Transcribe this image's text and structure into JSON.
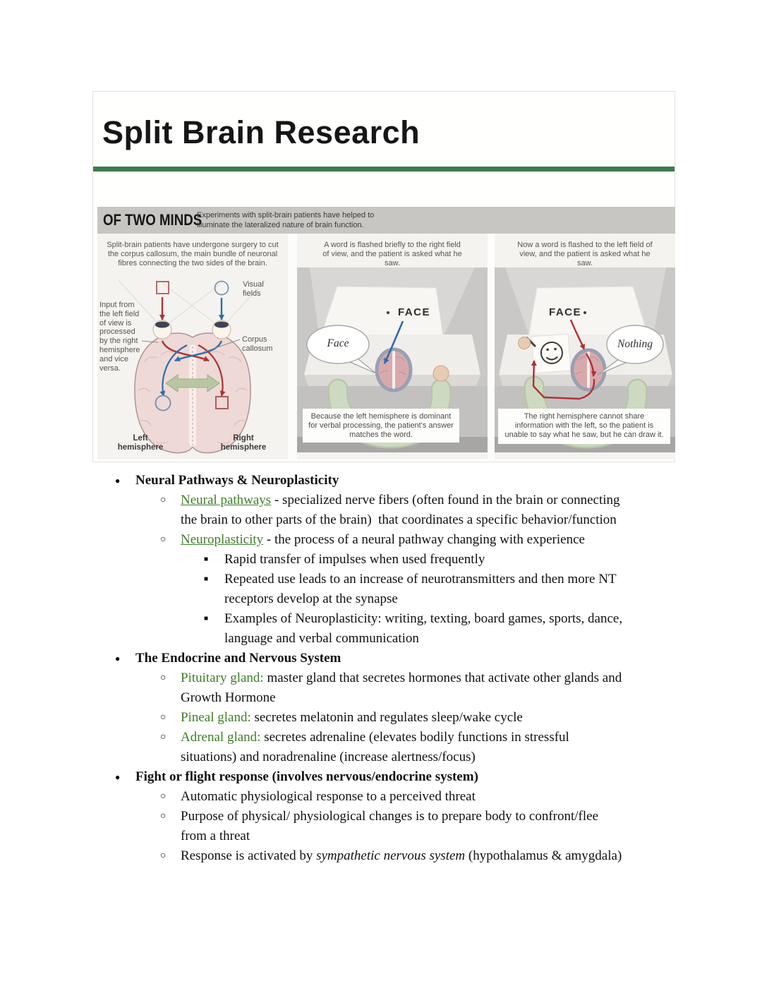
{
  "slide": {
    "title": "Split Brain Research",
    "accent_color": "#3a7c4e",
    "figure": {
      "header_title": "OF TWO MINDS",
      "header_sub1": "Experiments with split-brain patients have helped to",
      "header_sub2": "illuminate the lateralized nature of brain function.",
      "panels": [
        {
          "caption": "Split-brain patients have undergone surgery to cut the corpus callosum, the main bundle of neuronal fibres connecting the two sides of the brain.",
          "labels": {
            "visual_fields": "Visual fields",
            "input_note": "Input from the left field of view is processed by the right hemisphere and vice versa.",
            "corpus": "Corpus callosum",
            "left": "Left hemisphere",
            "right": "Right hemisphere"
          }
        },
        {
          "caption": "A word is flashed briefly to the right field of view, and the patient is asked what he saw.",
          "screen_word": "FACE",
          "bubble": "Face",
          "note": "Because the left hemisphere is dominant for verbal processing, the patient's answer matches the word."
        },
        {
          "caption": "Now a word is flashed to the left field of view, and the patient is asked what he saw.",
          "screen_word": "FACE",
          "bubble": "Nothing",
          "note": "The right hemisphere cannot share information with the left, so the patient is unable to say what he saw, but he can draw it."
        }
      ]
    }
  },
  "notes": {
    "link_color": "#3f7d28",
    "rows": [
      {
        "level": 1,
        "marker": "●",
        "segments": [
          {
            "t": "Neural Pathways & Neuroplasticity"
          }
        ]
      },
      {
        "level": 2,
        "marker": "○",
        "segments": [
          {
            "t": "Neural pathways"
          },
          {
            "t": " - specialized nerve fibers (often found in the brain or connecting"
          }
        ]
      },
      {
        "level": 2,
        "marker": "",
        "segments": [
          {
            "t": "the brain to other parts of the brain)  that coordinates a specific behavior/function"
          }
        ]
      },
      {
        "level": 2,
        "marker": "○",
        "segments": [
          {
            "t": "Neuroplasticity"
          },
          {
            "t": " - the process of a neural pathway changing with experience"
          }
        ]
      },
      {
        "level": 3,
        "marker": "■",
        "segments": [
          {
            "t": "Rapid transfer of impulses when used frequently"
          }
        ]
      },
      {
        "level": 3,
        "marker": "■",
        "segments": [
          {
            "t": "Repeated use leads to an increase of neurotransmitters and then more NT"
          }
        ]
      },
      {
        "level": 3,
        "marker": "",
        "segments": [
          {
            "t": "receptors develop at the synapse"
          }
        ]
      },
      {
        "level": 3,
        "marker": "■",
        "segments": [
          {
            "t": "Examples of Neuroplasticity: writing, texting, board games, sports, dance,"
          }
        ]
      },
      {
        "level": 3,
        "marker": "",
        "segments": [
          {
            "t": "language and verbal communication"
          }
        ]
      },
      {
        "level": 1,
        "marker": "●",
        "segments": [
          {
            "t": "The Endocrine and Nervous System"
          }
        ]
      },
      {
        "level": 2,
        "marker": "○",
        "segments": [
          {
            "t": "Pituitary gland:"
          },
          {
            "t": " master gland that secretes hormones that activate other glands and"
          }
        ]
      },
      {
        "level": 2,
        "marker": "",
        "segments": [
          {
            "t": "Growth Hormone"
          }
        ]
      },
      {
        "level": 2,
        "marker": "○",
        "segments": [
          {
            "t": "Pineal gland:"
          },
          {
            "t": " secretes melatonin and regulates sleep/wake cycle"
          }
        ]
      },
      {
        "level": 2,
        "marker": "○",
        "segments": [
          {
            "t": "Adrenal gland:"
          },
          {
            "t": " secretes adrenaline (elevates bodily functions in stressful"
          }
        ]
      },
      {
        "level": 2,
        "marker": "",
        "segments": [
          {
            "t": "situations) and noradrenaline (increase alertness/focus)"
          }
        ]
      },
      {
        "level": 1,
        "marker": "●",
        "segments": [
          {
            "t": "Fight or flight response (involves nervous/endocrine system)"
          }
        ]
      },
      {
        "level": 2,
        "marker": "○",
        "segments": [
          {
            "t": "Automatic physiological response to a perceived threat"
          }
        ]
      },
      {
        "level": 2,
        "marker": "○",
        "segments": [
          {
            "t": "Purpose of physical/ physiological changes is to prepare body to confront/flee"
          }
        ]
      },
      {
        "level": 2,
        "marker": "",
        "segments": [
          {
            "t": "from a threat"
          }
        ]
      },
      {
        "level": 2,
        "marker": "○",
        "segments": [
          {
            "t": "Response is activated by "
          },
          {
            "t": "sympathetic nervous system"
          },
          {
            "t": " (hypothalamus & amygdala)"
          }
        ]
      }
    ]
  }
}
